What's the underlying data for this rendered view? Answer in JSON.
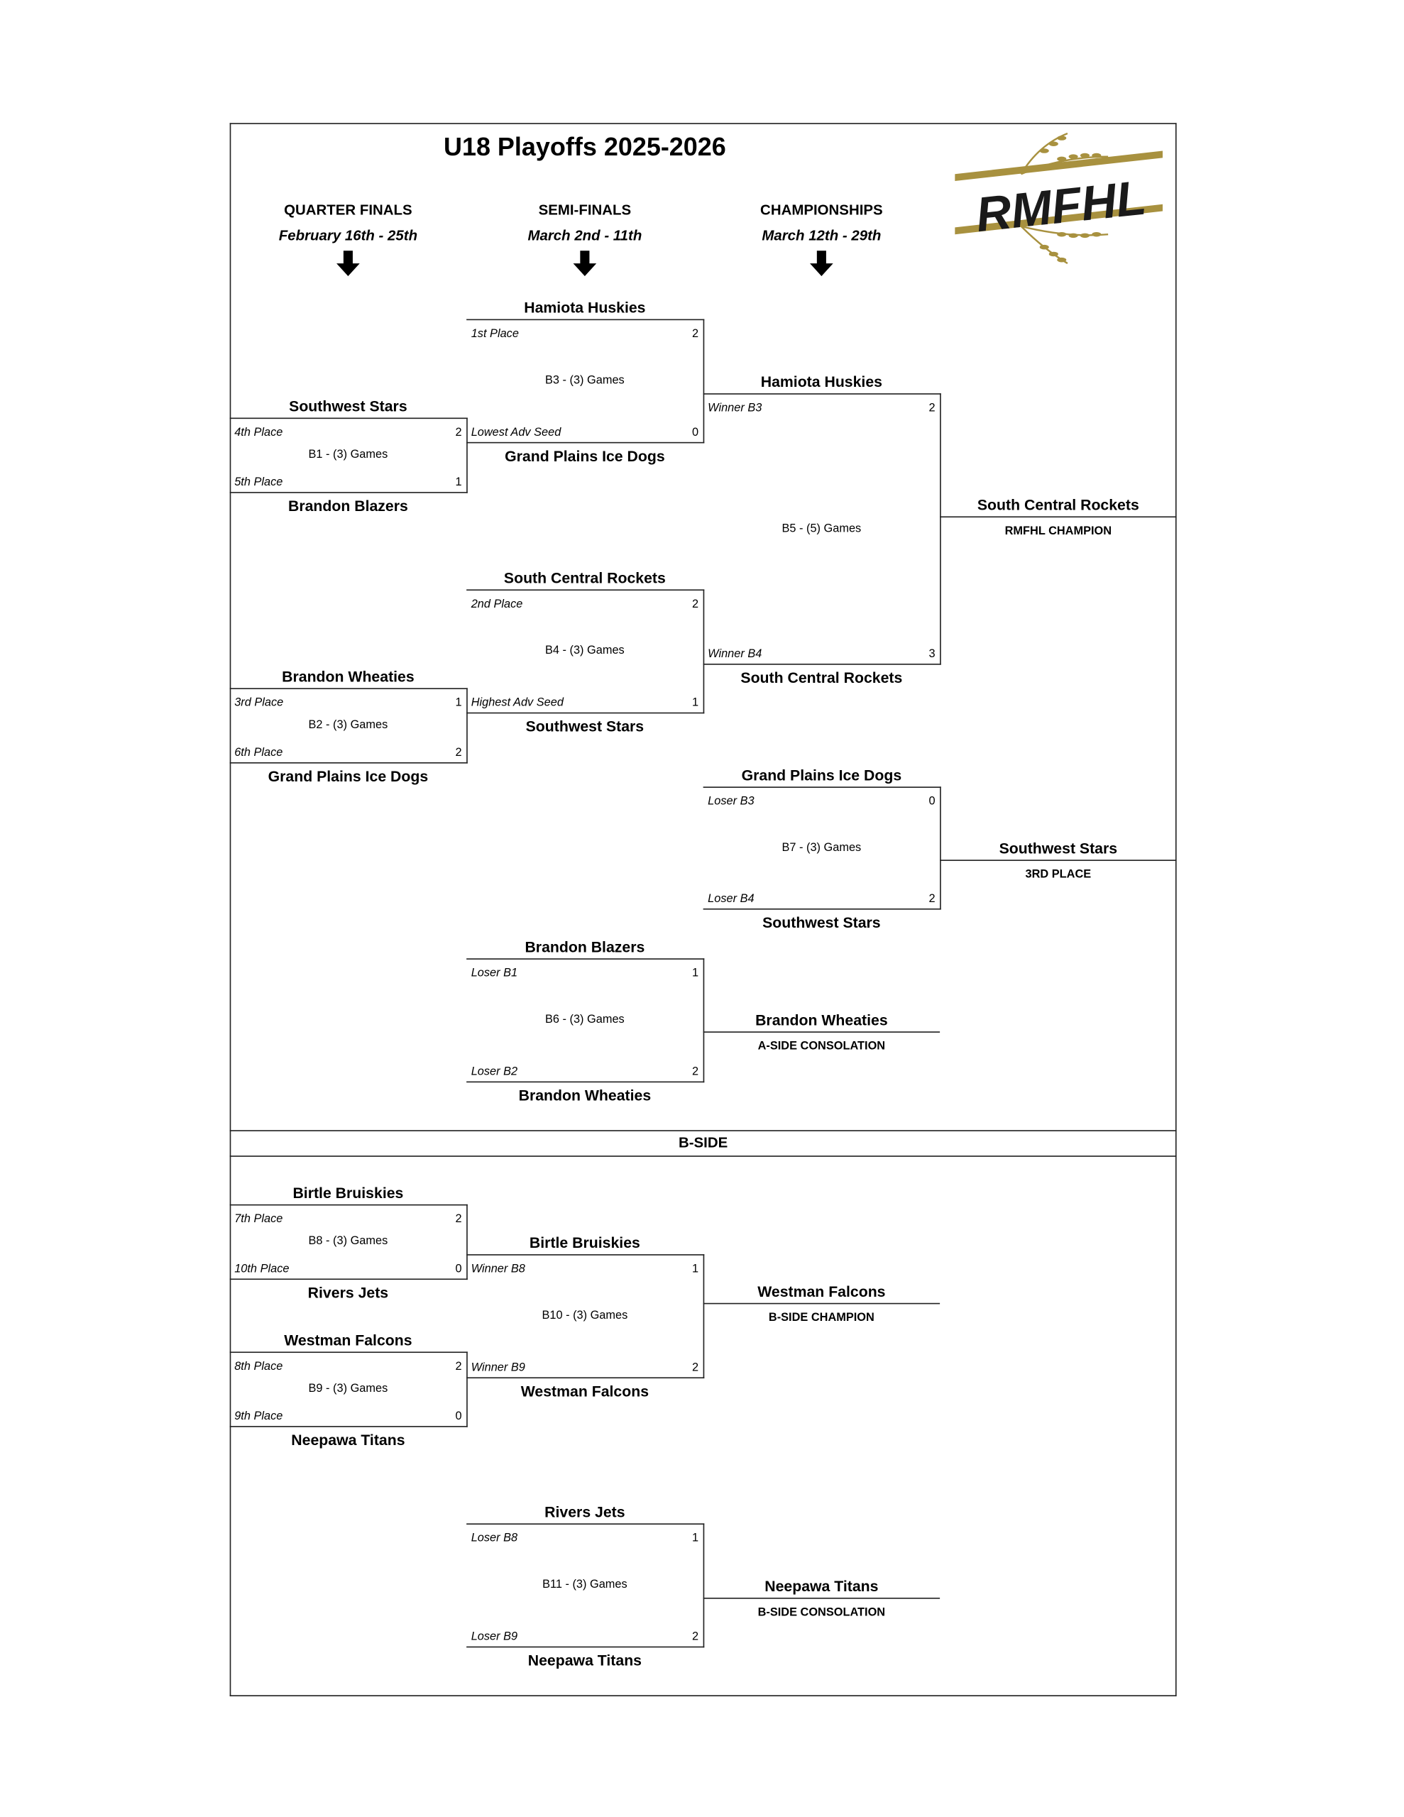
{
  "title": "U18 Playoffs 2025-2026",
  "logo_text": "RMFHL",
  "colors": {
    "logo_gold": "#a8913f",
    "line": "#222222"
  },
  "columns": [
    {
      "heading": "QUARTER FINALS",
      "dates": "February 16th - 25th"
    },
    {
      "heading": "SEMI-FINALS",
      "dates": "March 2nd - 11th"
    },
    {
      "heading": "CHAMPIONSHIPS",
      "dates": "March 12th - 29th"
    }
  ],
  "b_side_label": "B-SIDE",
  "matches": [
    {
      "id": "B1",
      "game": "B1 - (3) Games",
      "top_team": "Southwest Stars",
      "top_label": "4th Place",
      "top_score": "2",
      "bottom_team": "Brandon Blazers",
      "bottom_label": "5th Place",
      "bottom_score": "1"
    },
    {
      "id": "B2",
      "game": "B2 - (3) Games",
      "top_team": "Brandon Wheaties",
      "top_label": "3rd Place",
      "top_score": "1",
      "bottom_team": "Grand Plains Ice Dogs",
      "bottom_label": "6th Place",
      "bottom_score": "2"
    },
    {
      "id": "B3",
      "game": "B3 - (3) Games",
      "top_team": "Hamiota Huskies",
      "top_label": "1st Place",
      "top_score": "2",
      "bottom_team": "Grand Plains Ice Dogs",
      "bottom_label": "Lowest Adv Seed",
      "bottom_score": "0"
    },
    {
      "id": "B4",
      "game": "B4 - (3) Games",
      "top_team": "South Central Rockets",
      "top_label": "2nd Place",
      "top_score": "2",
      "bottom_team": "Southwest Stars",
      "bottom_label": "Highest Adv Seed",
      "bottom_score": "1"
    },
    {
      "id": "B5",
      "game": "B5 - (5) Games",
      "top_team": "Hamiota Huskies",
      "top_label": "Winner B3",
      "top_score": "2",
      "bottom_team": "South Central Rockets",
      "bottom_label": "Winner B4",
      "bottom_score": "3"
    },
    {
      "id": "B7",
      "game": "B7 - (3) Games",
      "top_team": "Grand Plains Ice Dogs",
      "top_label": "Loser B3",
      "top_score": "0",
      "bottom_team": "Southwest Stars",
      "bottom_label": "Loser B4",
      "bottom_score": "2"
    },
    {
      "id": "B6",
      "game": "B6 - (3) Games",
      "top_team": "Brandon Blazers",
      "top_label": "Loser B1",
      "top_score": "1",
      "bottom_team": "Brandon Wheaties",
      "bottom_label": "Loser B2",
      "bottom_score": "2"
    },
    {
      "id": "B8",
      "game": "B8 - (3) Games",
      "top_team": "Birtle Bruiskies",
      "top_label": "7th Place",
      "top_score": "2",
      "bottom_team": "Rivers Jets",
      "bottom_label": "10th Place",
      "bottom_score": "0"
    },
    {
      "id": "B9",
      "game": "B9 - (3) Games",
      "top_team": "Westman Falcons",
      "top_label": "8th Place",
      "top_score": "2",
      "bottom_team": "Neepawa Titans",
      "bottom_label": "9th Place",
      "bottom_score": "0"
    },
    {
      "id": "B10",
      "game": "B10 - (3) Games",
      "top_team": "Birtle Bruiskies",
      "top_label": "Winner B8",
      "top_score": "1",
      "bottom_team": "Westman Falcons",
      "bottom_label": "Winner B9",
      "bottom_score": "2"
    },
    {
      "id": "B11",
      "game": "B11 - (3) Games",
      "top_team": "Rivers Jets",
      "top_label": "Loser B8",
      "top_score": "1",
      "bottom_team": "Neepawa Titans",
      "bottom_label": "Loser B9",
      "bottom_score": "2"
    }
  ],
  "results": [
    {
      "id": "champ",
      "team": "South Central Rockets",
      "caption": "RMFHL CHAMPION"
    },
    {
      "id": "third",
      "team": "Southwest Stars",
      "caption": "3RD PLACE"
    },
    {
      "id": "acons",
      "team": "Brandon Wheaties",
      "caption": "A-SIDE CONSOLATION"
    },
    {
      "id": "bchamp",
      "team": "Westman Falcons",
      "caption": "B-SIDE CHAMPION"
    },
    {
      "id": "bcons",
      "team": "Neepawa Titans",
      "caption": "B-SIDE CONSOLATION"
    }
  ]
}
